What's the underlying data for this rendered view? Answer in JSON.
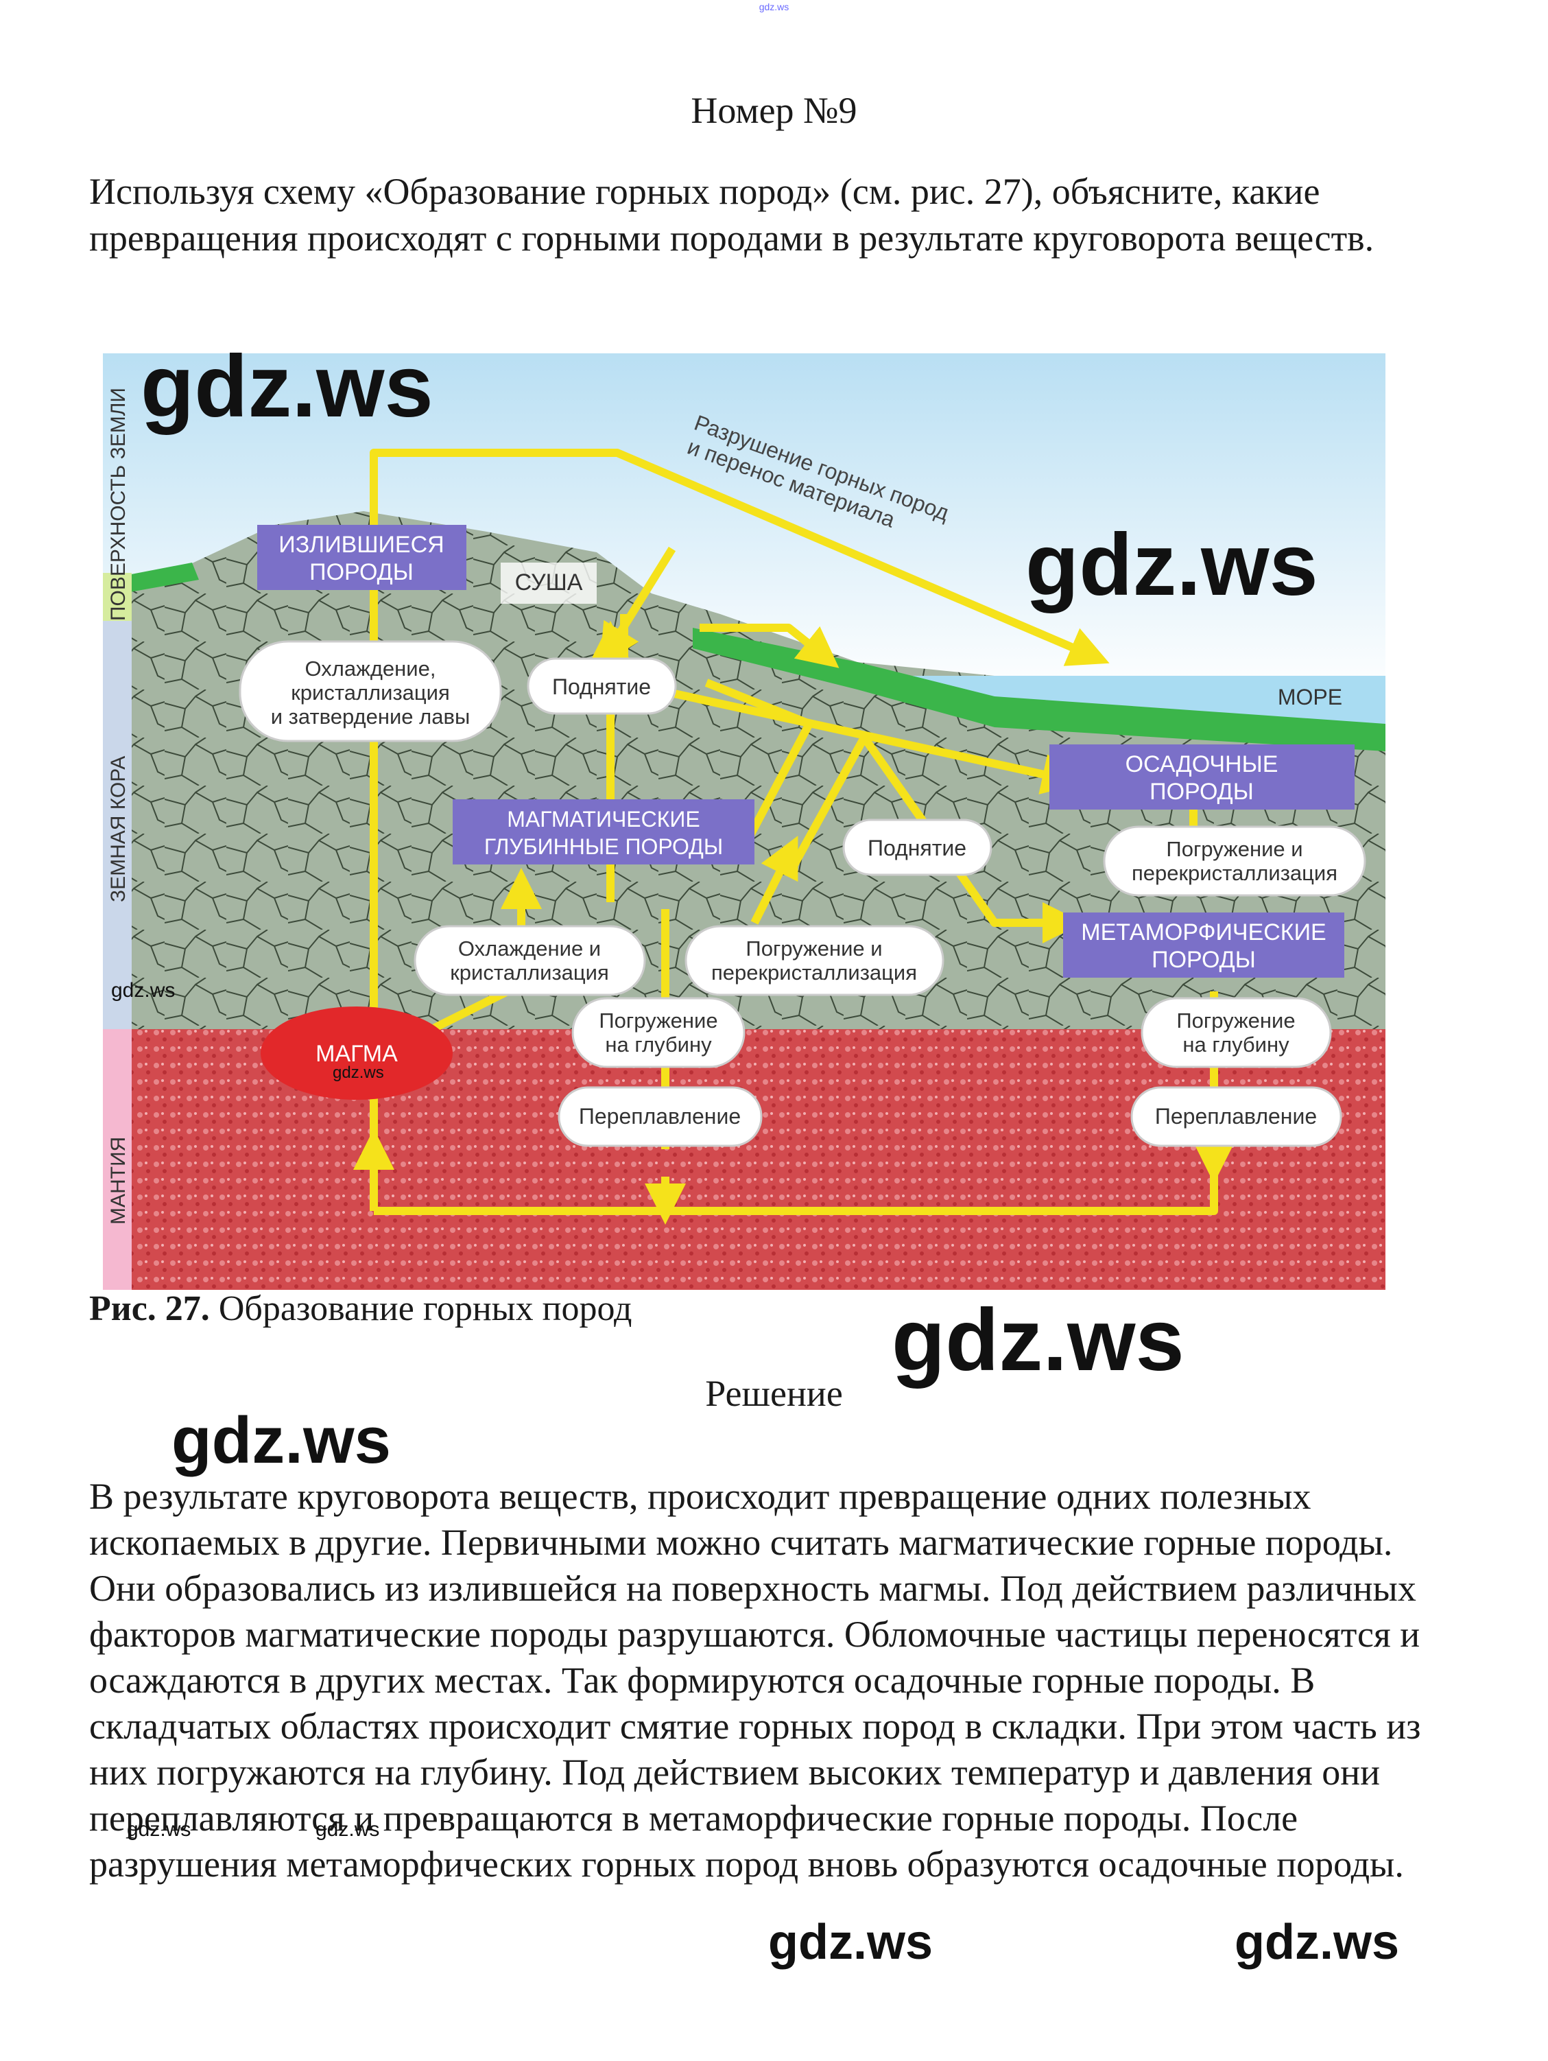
{
  "header": {
    "site": "gdz.ws"
  },
  "title": "Номер №9",
  "task": "Используя схему «Образование горных пород» (см. рис. 27), объясните, какие превращения происходят с горными породами в результате круговорота веществ.",
  "figure": {
    "zones": {
      "surface": "ПОВЕРХНОСТЬ ЗЕМЛИ",
      "crust": "ЗЕМНАЯ КОРА",
      "mantle": "МАНТИЯ"
    },
    "labels": {
      "erosion_line1": "Разрушение горных пород",
      "erosion_line2": "и перенос материала",
      "land": "СУША",
      "sea": "МОРЕ",
      "extrusive_line1": "ИЗЛИВШИЕСЯ",
      "extrusive_line2": "ПОРОДЫ",
      "intrusive_line1": "МАГМАТИЧЕСКИЕ",
      "intrusive_line2": "ГЛУБИННЫЕ ПОРОДЫ",
      "sedimentary_line1": "ОСАДОЧНЫЕ",
      "sedimentary_line2": "ПОРОДЫ",
      "metamorphic_line1": "МЕТАМОРФИЧЕСКИЕ",
      "metamorphic_line2": "ПОРОДЫ",
      "magma": "МАГМА",
      "cooling_lava_line1": "Охлаждение,",
      "cooling_lava_line2": "кристаллизация",
      "cooling_lava_line3": "и затвердение лавы",
      "uplift": "Поднятие",
      "cooling_line1": "Охлаждение и",
      "cooling_line2": "кристаллизация",
      "subsidence_line1": "Погружение",
      "subsidence_line2": "на глубину",
      "remelting": "Переплавление",
      "recryst_line1": "Погружение и",
      "recryst_line2": "перекристаллизация"
    }
  },
  "caption": {
    "bold": "Рис. 27.",
    "text": " Образование горных пород"
  },
  "solution_title": "Решение",
  "solution": "В результате круговорота веществ, происходит превращение одних полезных ископаемых в другие. Первичными можно считать магматические горные породы. Они образовались из излившейся на поверхность магмы. Под действием различных факторов магматические породы разрушаются. Обломочные частицы переносятся и осаждаются в других местах. Так формируются осадочные горные породы. В складчатых областях происходит смятие горных пород в складки. При этом часть из них погружаются на глубину. Под действием высоких температур и давления они переплавляются и превращаются в метаморфические горные породы. После разрушения метаморфических горных пород вновь образуются осадочные породы.",
  "watermark": "gdz.ws",
  "colors": {
    "sky": "#cfe8f6",
    "crust": "#9fb29c",
    "mantle": "#d24a4e",
    "arrow": "#f5e21b",
    "rock_label": "#7b70c8",
    "magma": "#e2282a",
    "sea": "#a9dcf2",
    "grass": "#3bb54a"
  }
}
